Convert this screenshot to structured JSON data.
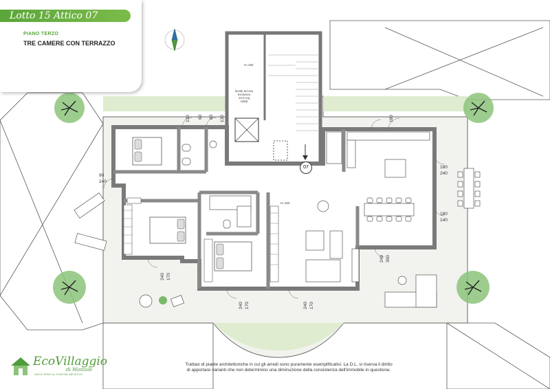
{
  "header": {
    "lot_title": "Lotto  15 Attico 07",
    "floor": "PIANO  TERZO",
    "description": "TRE CAMERE CON  TERRAZZO"
  },
  "plan": {
    "unit_tag": "07",
    "storage": {
      "height": "H=180",
      "l1": "locale ad uso",
      "l2": "esclusivo",
      "l3": "12,5 mq",
      "l4": "H280"
    },
    "h180_label": "H=180",
    "dims": {
      "d1": "130",
      "d2": "60",
      "d3": "60",
      "d4": "130",
      "d5": "180",
      "d6": "90",
      "d7": "240",
      "d8": "180",
      "d9": "240",
      "d10": "180",
      "d11": "140",
      "d12": "300",
      "d13": "240",
      "d14": "170",
      "d15": "240",
      "d16": "170",
      "d17": "240",
      "d18": "170",
      "d19": "240"
    }
  },
  "footer": {
    "note_line1": "Trattasi di piante architettoniche in cui gli arredi sono puramente esemplificativi.  La D.L. si riserva il diritto",
    "note_line2": "di apportare varianti  che non determinino una diminuzione della consistenza dell'immobile in questione."
  },
  "logo": {
    "name": "EcoVillaggio",
    "sub": "di Montale",
    "tagline": "NUOVI SPAZI AL CONFINE ABITATIVO"
  },
  "colors": {
    "brand_green": "#5aa63a",
    "terrace": "#f1f1ee",
    "wall": "#8a8a8a",
    "grass": "#dfeccf"
  }
}
